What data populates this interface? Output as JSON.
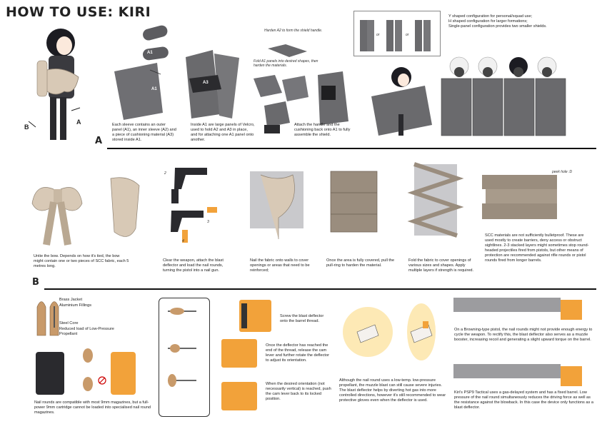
{
  "title": "HOW TO USE: KIRI",
  "section_a": {
    "label": "A",
    "arrow_labels": {
      "a_mark": "A",
      "b_mark": "B"
    },
    "panel_labels": {
      "a1_top": "A1",
      "a1_inner": "A1",
      "a3": "A3"
    },
    "note_handle": "Harden A2 to form the shield handle.",
    "note_fold": "Fold A1 panels into desired shapes, then harden the materials.",
    "cap_sleeve": "Each sleeve contains an outer panel (A1), an inner sleeve (A2) and a piece of cushioning material (A3) stored inside A1.",
    "cap_velcro": "Inside A1 are large panels of Velcro, used to hold A2 and A3 in place, and for attaching one A1 panel onto another.",
    "cap_attach": "Attach the handle and the cushioning back onto A1 to fully assemble the shield.",
    "config_or_1": "or",
    "config_or_2": "or",
    "config_text": "Y shaped configuration for personal/squad use;\nH shaped configuration for larger formations;\nSingle-panel configuration provides two smaller shields."
  },
  "section_b": {
    "label": "B",
    "cap_bow": "Untie the bow. Depends on how it's tied, the bow might contain one or two pieces of SCC fabric, each 5 metres long.",
    "cap_weapon": "Clear the weapon, attach the blast deflector and load the nail rounds, turning the pistol into a nail gun.",
    "step_labels": [
      "2",
      "3",
      "4"
    ],
    "cap_nail": "Nail the fabric onto walls to cover openings or areas that need to be reinforced;",
    "cap_pull": "Once the area is fully covered, pull the pull-ring to harden the material.",
    "cap_fold": "Fold the fabric to cover openings of various sizes and shapes. Apply multiple layers if strength is required.",
    "peek_note": "peek hole :D",
    "cap_scc": "SCC materials are not sufficiently bulletproof. These are used mostly to create barriers, deny access or obstruct sightlines. 2-3 stacked layers might sometimes stop round-headed projectiles fired from pistols, but other means of protection are recommended against rifle rounds or pistol rounds fired from longer barrels."
  },
  "section_c": {
    "ammo_labels": [
      "Brass Jacket",
      "Aluminium Fillings",
      "Steel Core",
      "Reduced load of Low-Pressure Propellant"
    ],
    "cap_ammo": "Nail rounds are compatible with most 9mm magazines, but a full-power 9mm cartridge cannot be loaded into specialised nail round magazines.",
    "cap_screw": "Screw the blast deflector onto the barrel thread.",
    "cap_deflector": "Once the deflector has reached the end of the thread, release the cam lever and further rotate the deflector to adjust its orientation.",
    "cap_orient": "When the desired orientation (not necessarily vertical) is reached, push the cam lever back to its locked position.",
    "cap_blast": "Although the nail round uses a low-temp. low-pressure propellant, the muzzle blast can still cause severe injuries. The blast deflector helps by diverting hot gas into more controlled directions, however it's still recommended to wear protective gloves even when the deflector is used.",
    "cap_browning": "On a Browning-type pistol, the nail rounds might not provide enough energy to cycle the weapon. To rectify this, the blast deflector also serves as a muzzle booster, increasing recoil and generating a slight upward torque on the barrel.",
    "cap_psp9": "Kiri's PSP9 Tactical uses a gas-delayed system and has a fixed barrel. Low pressure of the nail round simultaneously reduces the driving force as well as the resistance against the blowback. In this case the device only functions as a blast deflector."
  },
  "colors": {
    "fabric": "#d8c9b6",
    "shield": "#6a6a6a",
    "orange": "#f2a23a",
    "text": "#222222"
  }
}
